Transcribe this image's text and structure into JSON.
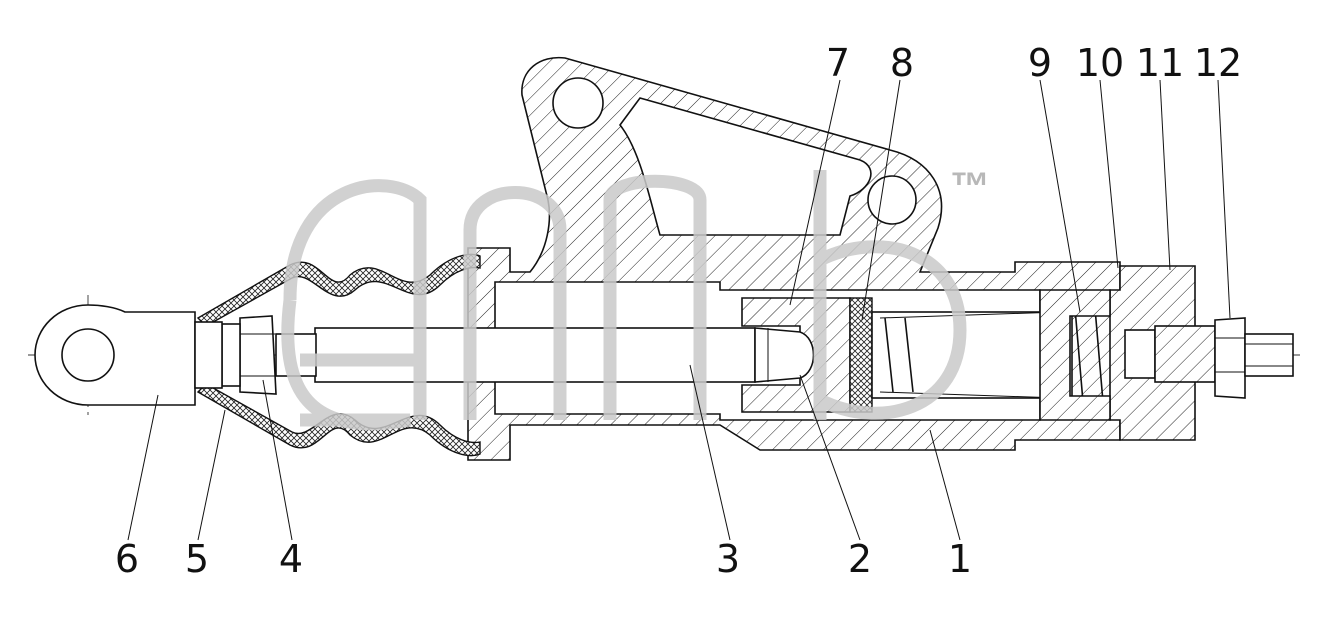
{
  "drawing": {
    "callouts": [
      {
        "id": "6",
        "text": "6"
      },
      {
        "id": "5",
        "text": "5"
      },
      {
        "id": "4",
        "text": "4"
      },
      {
        "id": "3",
        "text": "3"
      },
      {
        "id": "2",
        "text": "2"
      },
      {
        "id": "1",
        "text": "1"
      },
      {
        "id": "7",
        "text": "7"
      },
      {
        "id": "8",
        "text": "8"
      },
      {
        "id": "9",
        "text": "9"
      },
      {
        "id": "10",
        "text": "10"
      },
      {
        "id": "11",
        "text": "11"
      },
      {
        "id": "12",
        "text": "12"
      }
    ],
    "watermark": {
      "mark": "™"
    },
    "colors": {
      "line": "#111111",
      "watermark": "#c9c9c9",
      "background": "#ffffff"
    }
  }
}
